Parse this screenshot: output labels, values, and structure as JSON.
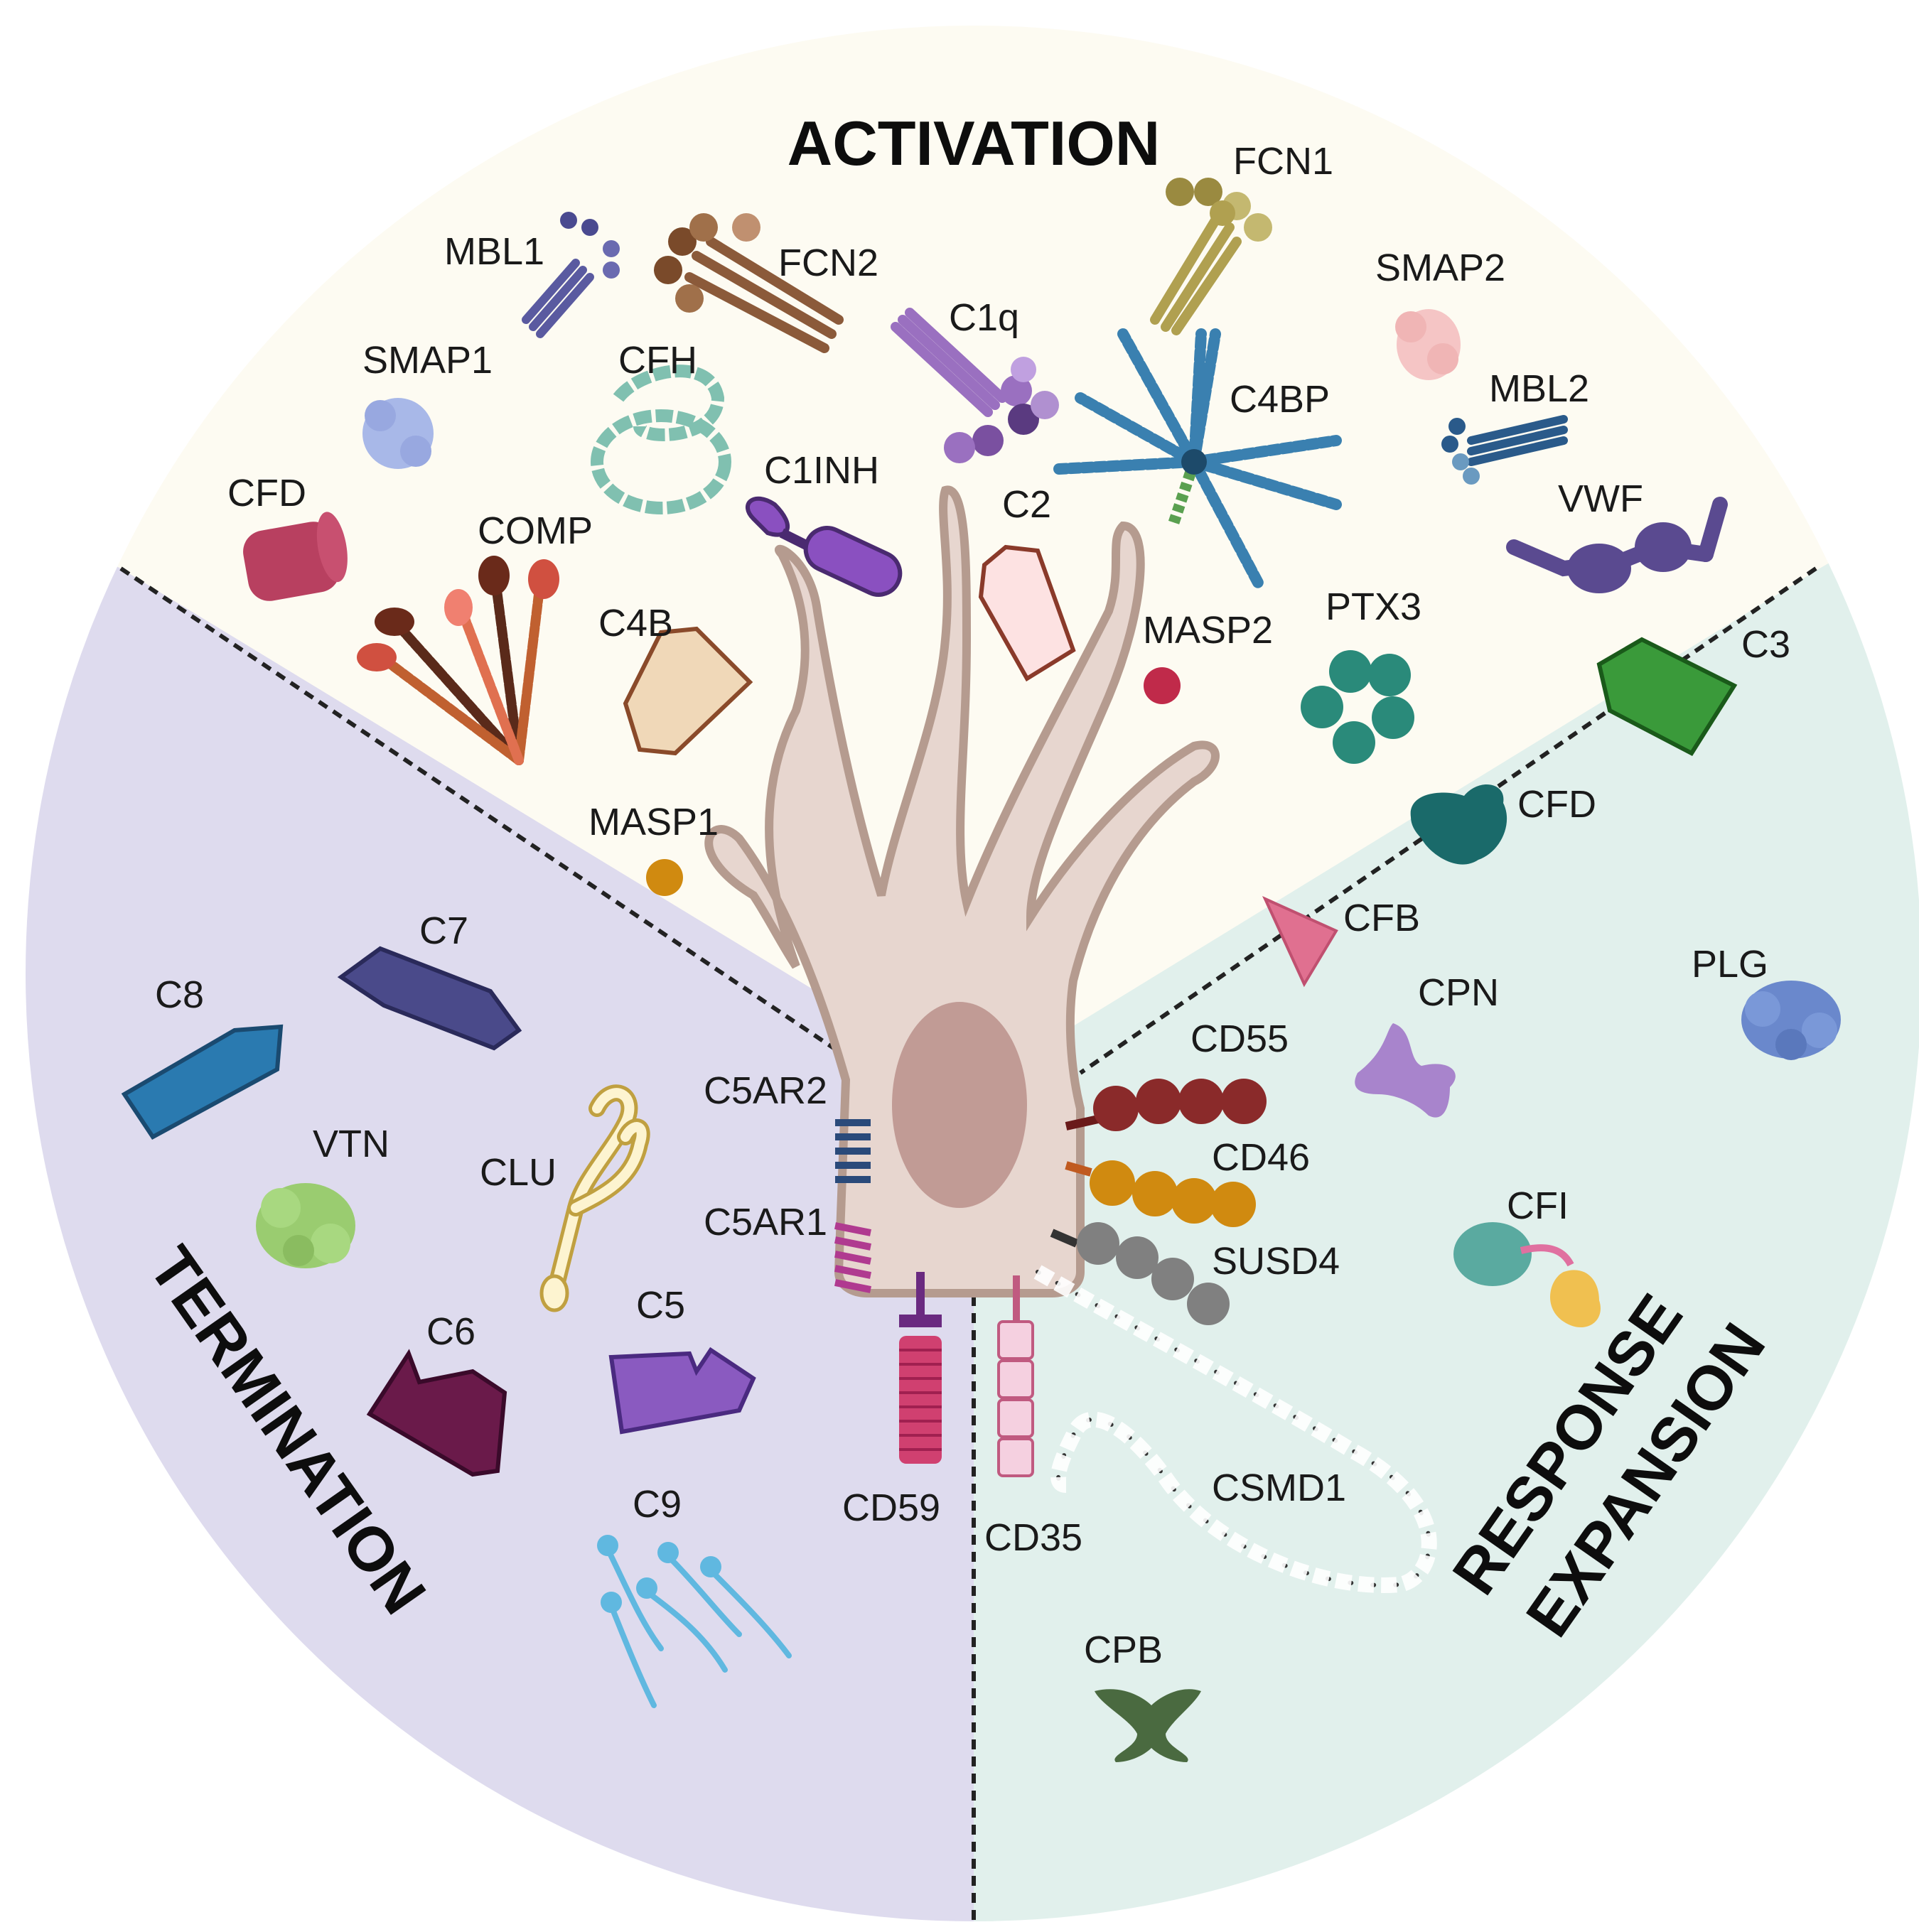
{
  "sections": {
    "activation": "ACTIVATION",
    "termination": "TERMINATION",
    "response_expansion_line1": "RESPONSE",
    "response_expansion_line2": "EXPANSION"
  },
  "colors": {
    "activation_bg": "#fdfbf2",
    "termination_bg": "#dedbee",
    "expansion_bg": "#e1f0ec",
    "cell_body": "#e7d6cf",
    "cell_outline": "#b59b8f",
    "nucleus": "#c19b95"
  },
  "labels": {
    "mbl1": "MBL1",
    "fcn2": "FCN2",
    "fcn1": "FCN1",
    "smap2": "SMAP2",
    "c1q": "C1q",
    "smap1": "SMAP1",
    "cfh": "CFH",
    "c4bp": "C4BP",
    "mbl2": "MBL2",
    "cfd_top": "CFD",
    "c1inh": "C1INH",
    "comp": "COMP",
    "c2": "C2",
    "vwf": "VWF",
    "masp2": "MASP2",
    "ptx3": "PTX3",
    "c4b": "C4B",
    "c3": "C3",
    "masp1": "MASP1",
    "cfd_right": "CFD",
    "cfb": "CFB",
    "plg": "PLG",
    "cpn": "CPN",
    "c7": "C7",
    "c8": "C8",
    "cd55": "CD55",
    "c5ar2": "C5AR2",
    "vtn": "VTN",
    "clu": "CLU",
    "cd46": "CD46",
    "c5ar1": "C5AR1",
    "cfi": "CFI",
    "susd4": "SUSD4",
    "c6": "C6",
    "c5": "C5",
    "c9": "C9",
    "csmd1": "CSMD1",
    "cd59": "CD59",
    "cd35": "CD35",
    "cpb": "CPB"
  }
}
